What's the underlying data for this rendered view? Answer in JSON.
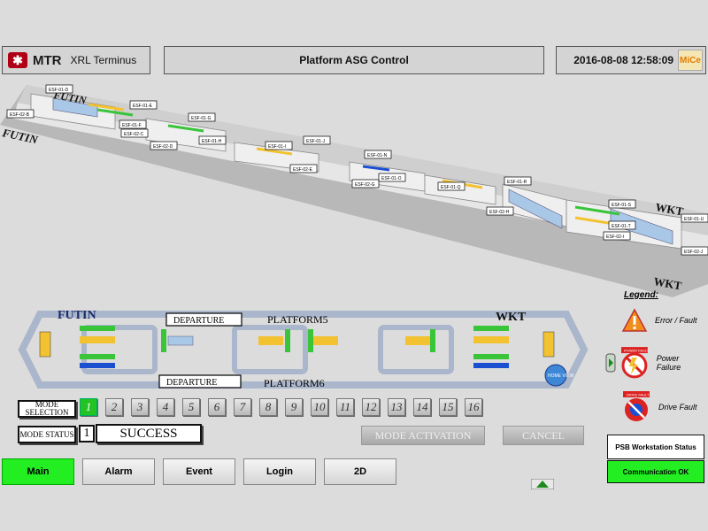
{
  "header": {
    "logo": "MTR",
    "station": "XRL Terminus",
    "title": "Platform ASG Control",
    "datetime": "2016-08-08 12:58:09",
    "badge": "MiCe"
  },
  "view3d": {
    "labels_left": [
      "FUTIN",
      "FUTIN"
    ],
    "labels_right": [
      "WKT",
      "WKT"
    ],
    "tags": [
      "ESF-01-D",
      "ESF-01-E",
      "ESF-02-B",
      "ESF-01-F",
      "ESF-02-C",
      "ESF-01-G",
      "ESF-02-D",
      "ESF-01-H",
      "ESF-01-I",
      "ESF-01-J",
      "ESF-02-E",
      "ESF-01-N",
      "ESF-01-O",
      "ESF-02-G",
      "ESF-01-Q",
      "ESF-01-R",
      "ESF-02-H",
      "ESF-01-S",
      "ESF-01-T",
      "ESF-02-I",
      "ESF-01-U",
      "ESF-02-J"
    ]
  },
  "schematic": {
    "left_station": "FUTIN",
    "right_station": "WKT",
    "departure_top": "DEPARTURE",
    "platform_top": "PLATFORM5",
    "departure_bottom": "DEPARTURE",
    "platform_bottom": "PLATFORM6",
    "home_view": "HOME VIEW"
  },
  "legend": {
    "title": "Legend:",
    "items": [
      "Error / Fault",
      "Power Failure",
      "Drive Fault"
    ],
    "power_fault_tag": "POWER FAULT",
    "drive_fault_tag": "DRIVE FAULT"
  },
  "mode": {
    "selection_label": "MODE SELECTION",
    "status_label": "MODE STATUS",
    "numbers": [
      "1",
      "2",
      "3",
      "4",
      "5",
      "6",
      "7",
      "8",
      "9",
      "10",
      "11",
      "12",
      "13",
      "14",
      "15",
      "16"
    ],
    "active_number": "1",
    "status_number": "1",
    "status_text": "SUCCESS",
    "activation_btn": "MODE ACTIVATION",
    "cancel_btn": "CANCEL"
  },
  "psb": {
    "title": "PSB Workstation Status",
    "status": "Communication OK"
  },
  "nav": {
    "main": "Main",
    "alarm": "Alarm",
    "event": "Event",
    "login": "Login",
    "twod": "2D"
  },
  "colors": {
    "active_green": "#22ee22",
    "mtr_red": "#b00015",
    "accent_blue": "#1a4fd0"
  }
}
